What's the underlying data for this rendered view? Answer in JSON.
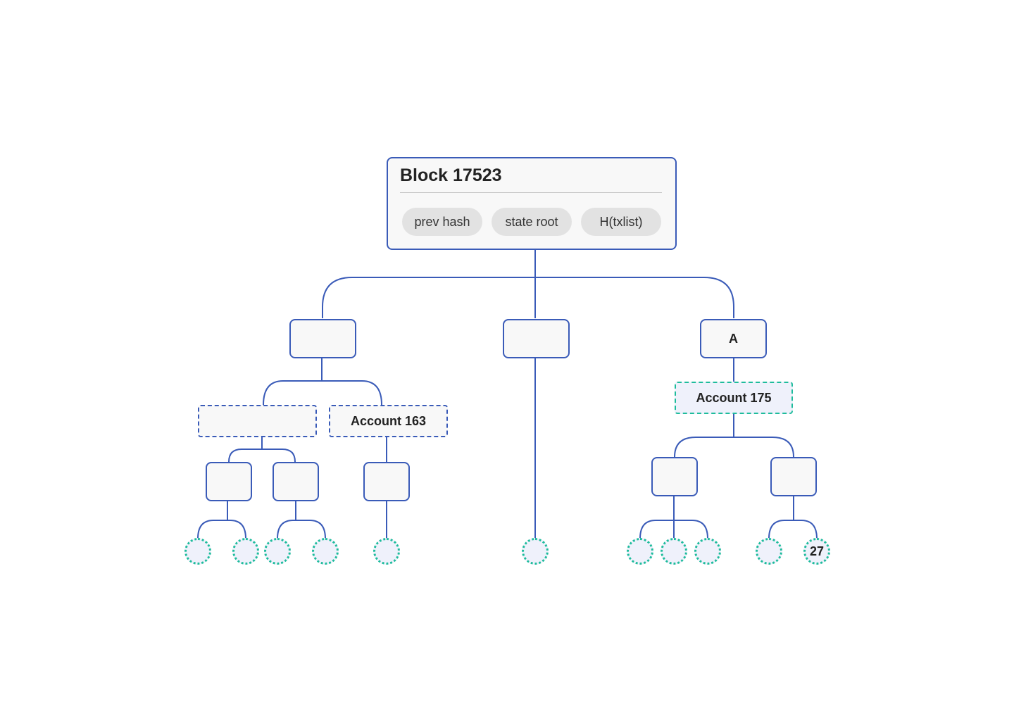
{
  "block": {
    "title": "Block 17523",
    "fields": [
      "prev hash",
      "state root",
      "H(txlist)"
    ]
  },
  "nodes": {
    "top_right_label": "A",
    "account_left": "Account 163",
    "account_right": "Account 175"
  },
  "leaves": {
    "last_label": "27"
  },
  "colors": {
    "edge": "#3a5bb8",
    "leaf_border": "#1ebc9c",
    "leaf_fill": "#eff1fb",
    "pill_fill": "#e2e2e2"
  }
}
